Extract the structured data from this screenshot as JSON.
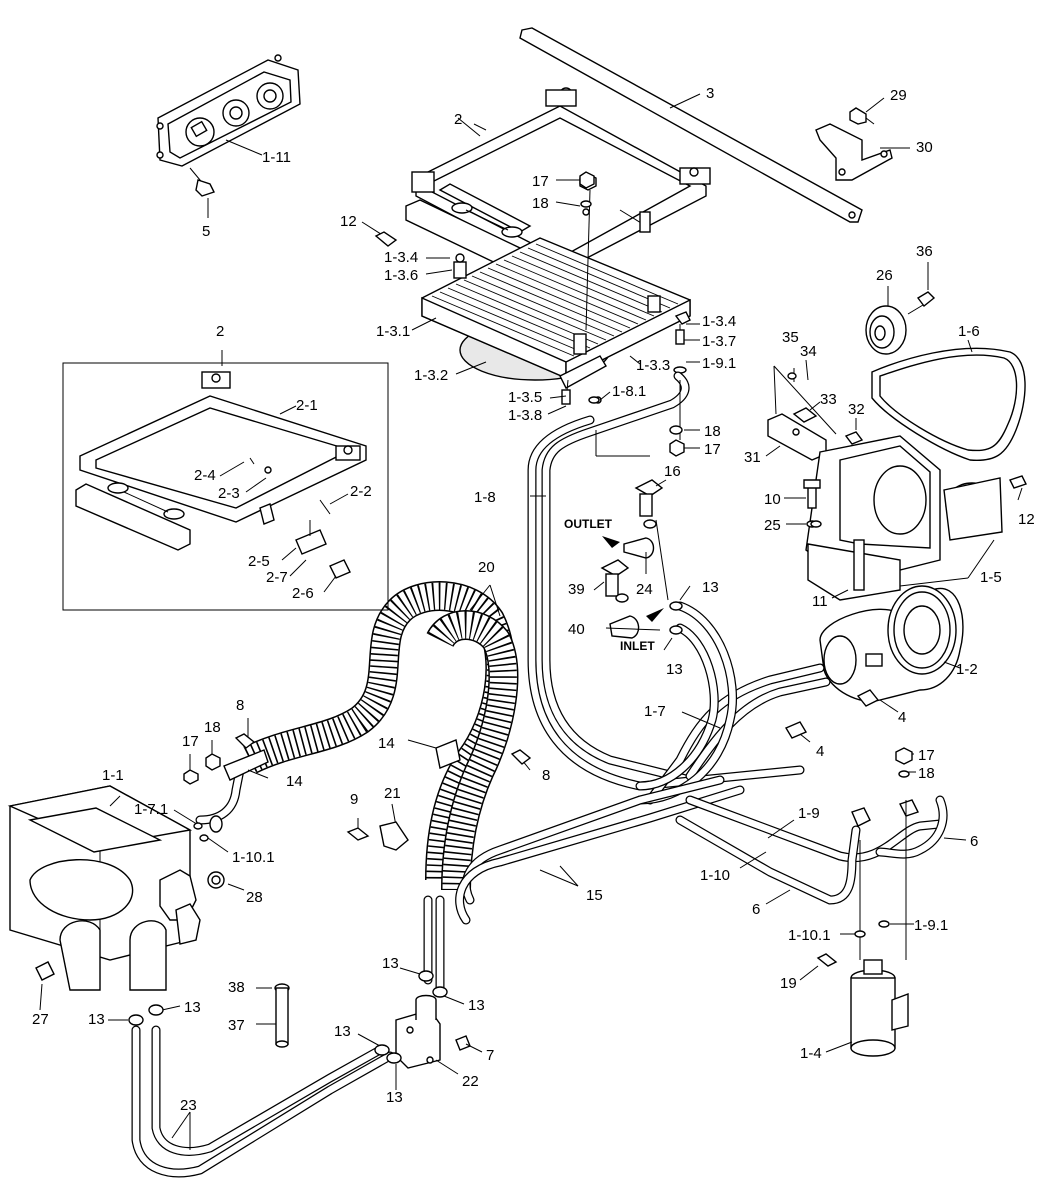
{
  "diagram": {
    "labels": {
      "l_1_11": "1-11",
      "l_5": "5",
      "l_2_top": "2",
      "l_3": "3",
      "l_29": "29",
      "l_30": "30",
      "l_17_top": "17",
      "l_18_top": "18",
      "l_12_left": "12",
      "l_1_3_4_a": "1-3.4",
      "l_1_3_6": "1-3.6",
      "l_1_3_1": "1-3.1",
      "l_1_3_2": "1-3.2",
      "l_1_3_5": "1-3.5",
      "l_1_3_8": "1-3.8",
      "l_1_8_1": "1-8.1",
      "l_1_3_3": "1-3.3",
      "l_1_3_4_b": "1-3.4",
      "l_1_3_7": "1-3.7",
      "l_1_9_1_top": "1-9.1",
      "l_18_mid": "18",
      "l_17_mid": "17",
      "l_36": "36",
      "l_26": "26",
      "l_1_6": "1-6",
      "l_35": "35",
      "l_34": "34",
      "l_33": "33",
      "l_32": "32",
      "l_31": "31",
      "l_10": "10",
      "l_25": "25",
      "l_12_right": "12",
      "l_11": "11",
      "l_1_5": "1-5",
      "l_1_2": "1-2",
      "l_4_a": "4",
      "l_4_b": "4",
      "l_2_inset": "2",
      "l_2_1": "2-1",
      "l_2_4": "2-4",
      "l_2_3": "2-3",
      "l_2_2": "2-2",
      "l_2_5": "2-5",
      "l_2_7": "2-7",
      "l_2_6": "2-6",
      "l_1_8": "1-8",
      "l_16": "16",
      "l_outlet": "OUTLET",
      "l_24": "24",
      "l_39": "39",
      "l_13_a": "13",
      "l_40": "40",
      "l_inlet": "INLET",
      "l_13_b": "13",
      "l_20": "20",
      "l_1_7": "1-7",
      "l_8_top": "8",
      "l_18_left": "18",
      "l_17_left": "17",
      "l_14_a": "14",
      "l_14_b": "14",
      "l_8_mid": "8",
      "l_1_1": "1-1",
      "l_1_7_1": "1-7.1",
      "l_1_10_1_left": "1-10.1",
      "l_28": "28",
      "l_9": "9",
      "l_21": "21",
      "l_15": "15",
      "l_1_9": "1-9",
      "l_1_10": "1-10",
      "l_6_a": "6",
      "l_6_b": "6",
      "l_17_right": "17",
      "l_18_right": "18",
      "l_1_10_1_right": "1-10.1",
      "l_1_9_1_bot": "1-9.1",
      "l_19": "19",
      "l_1_4": "1-4",
      "l_27": "27",
      "l_13_c": "13",
      "l_13_d": "13",
      "l_38": "38",
      "l_37": "37",
      "l_13_e": "13",
      "l_13_f": "13",
      "l_13_g": "13",
      "l_13_h": "13",
      "l_7": "7",
      "l_22": "22",
      "l_23": "23"
    }
  }
}
